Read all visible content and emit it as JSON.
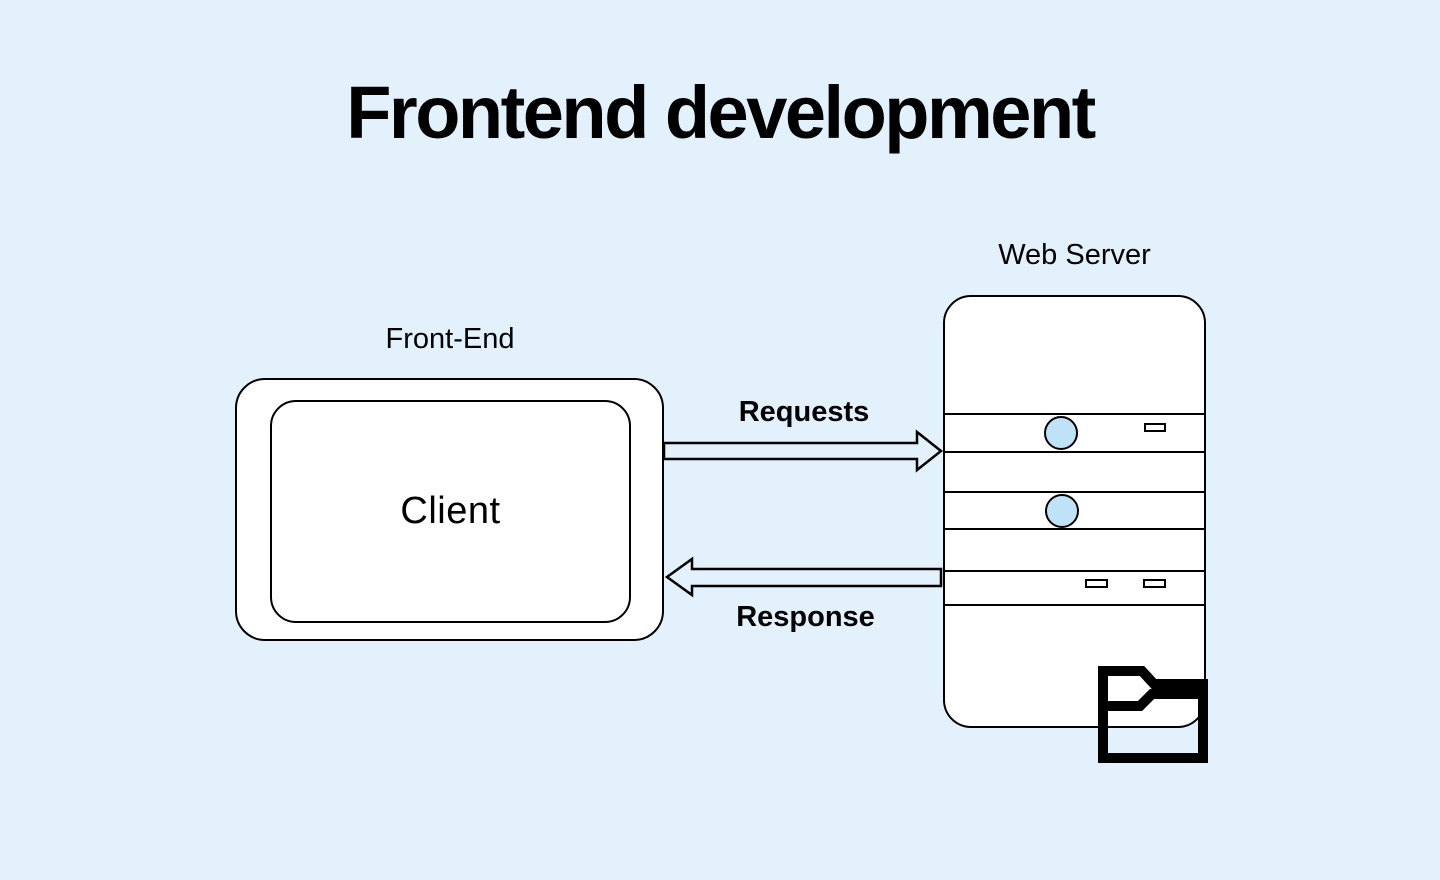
{
  "title": "Frontend development",
  "client": {
    "label": "Front-End",
    "screen_label": "Client"
  },
  "server": {
    "label": "Web Server"
  },
  "arrows": {
    "request_label": "Requests",
    "response_label": "Response"
  },
  "icons": {
    "folder": "folder-icon",
    "indicator_circles": "status-circle-icon",
    "vent_slots": "drive-slot-icon"
  },
  "colors": {
    "background": "#E3F1FC",
    "shape_fill": "#FFFFFF",
    "accent_circle": "#BFE2F8",
    "line": "#000000"
  }
}
